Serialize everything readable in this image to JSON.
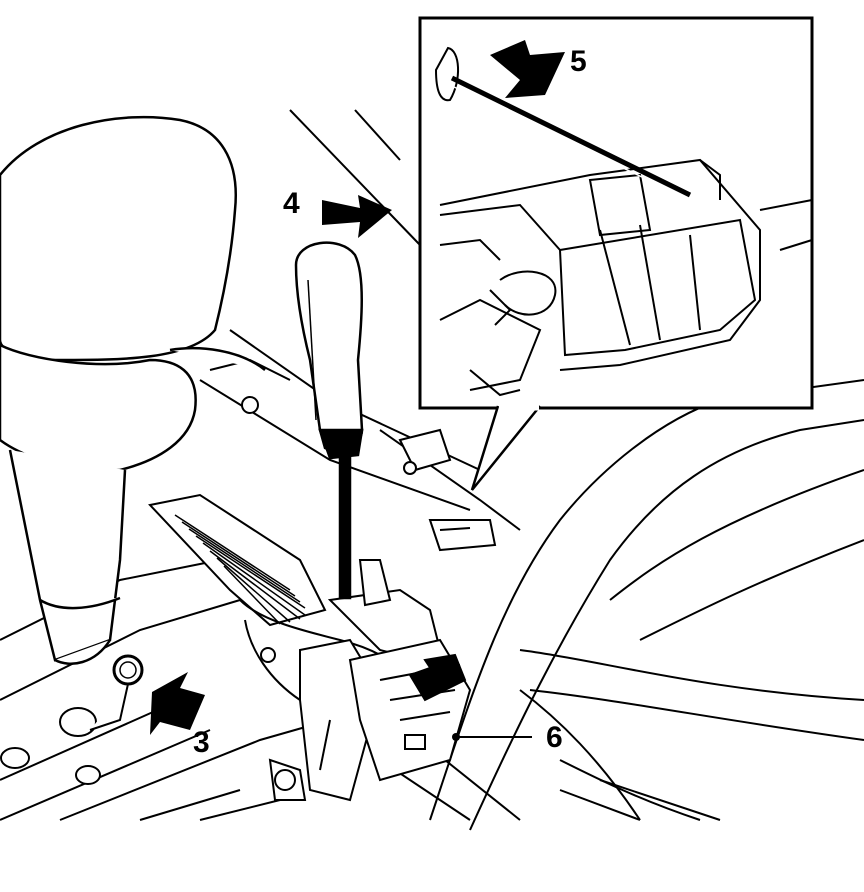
{
  "figure": {
    "callouts": [
      {
        "id": "3",
        "label": "3"
      },
      {
        "id": "4",
        "label": "4"
      },
      {
        "id": "5",
        "label": "5"
      },
      {
        "id": "6",
        "label": "6"
      }
    ],
    "colors": {
      "line": "#000000",
      "background": "#ffffff",
      "fill_dark": "#000000"
    }
  }
}
